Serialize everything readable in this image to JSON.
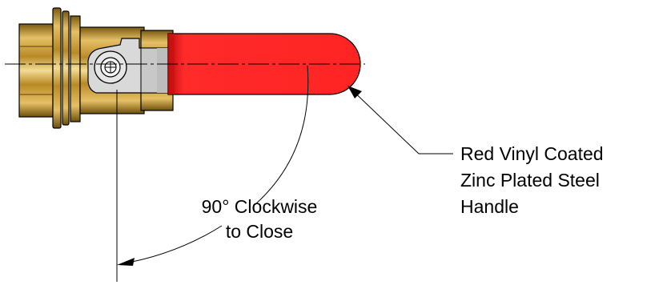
{
  "annotations": {
    "rotation": {
      "line1": "90° Clockwise",
      "line2": "to Close"
    },
    "handle": {
      "line1": "Red Vinyl Coated",
      "line2": "Zinc Plated Steel",
      "line3": "Handle"
    }
  },
  "colors": {
    "handle": "#ff2424",
    "handle_shadow": "#d31010",
    "brass": "#c9a13a",
    "brass_dark": "#7a5a10",
    "brass_light": "#f0d48a",
    "stem_plate": "#d9d9d9",
    "line": "#000000"
  }
}
